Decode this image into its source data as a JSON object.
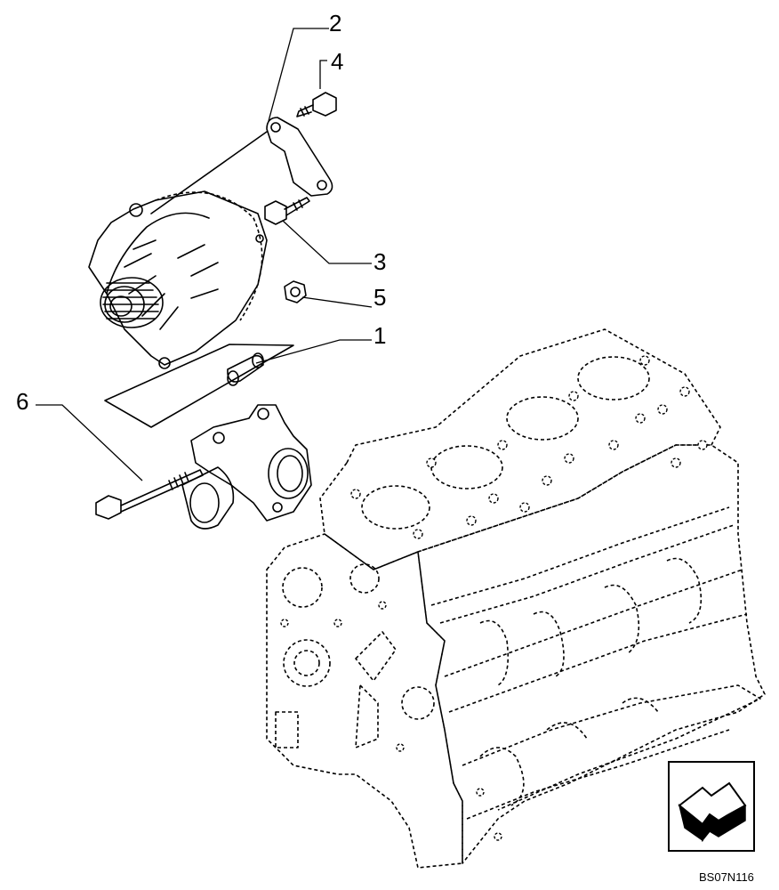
{
  "diagram": {
    "callouts": [
      {
        "id": "1",
        "label": "1"
      },
      {
        "id": "2",
        "label": "2"
      },
      {
        "id": "3",
        "label": "3"
      },
      {
        "id": "4",
        "label": "4"
      },
      {
        "id": "5",
        "label": "5"
      },
      {
        "id": "6",
        "label": "6"
      }
    ],
    "reference_code": "BS07N116",
    "nav_icon": "direction-arrow-icon"
  }
}
